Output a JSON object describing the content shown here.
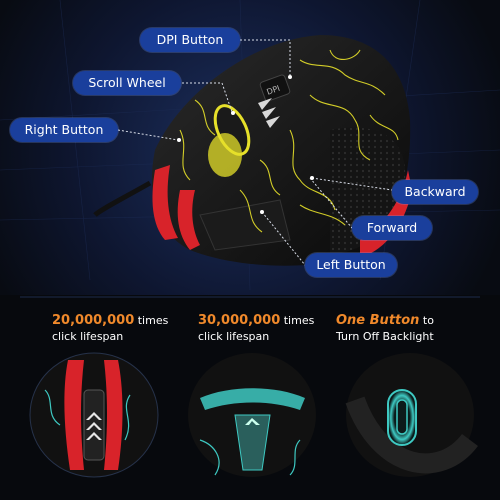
{
  "callouts": {
    "dpi": "DPI Button",
    "scroll": "Scroll Wheel",
    "right": "Right Button",
    "backward": "Backward",
    "forward": "Forward",
    "left": "Left Button"
  },
  "dpi_key_text": "DPI",
  "specs": [
    {
      "highlight": "20,000,000",
      "suffix": " times",
      "line2": "click lifespan"
    },
    {
      "highlight": "30,000,000",
      "suffix": " times",
      "line2": "click lifespan"
    },
    {
      "highlight": "One Button",
      "suffix": " to",
      "line2": "Turn Off Backlight"
    }
  ],
  "colors": {
    "callout_bg": "#1a3f9c",
    "highlight": "#f0892b",
    "background": "#0a0d14",
    "crackle": "#e6e02a",
    "accent_red": "#d8232a",
    "led_teal": "#3ec9c2"
  }
}
